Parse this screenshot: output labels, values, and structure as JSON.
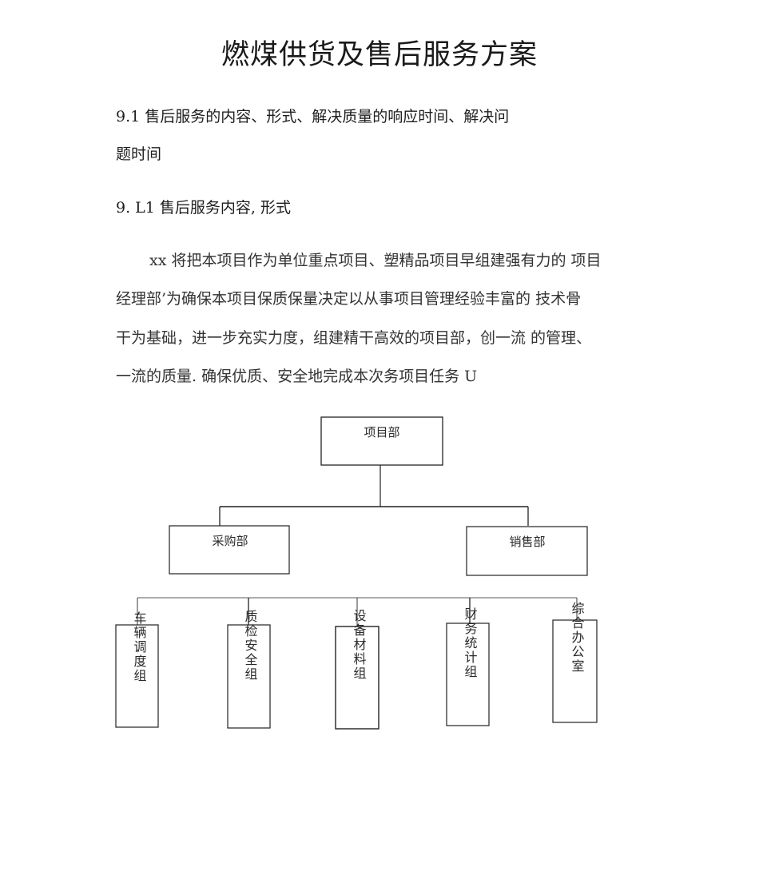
{
  "document": {
    "title": "燃煤供货及售后服务方案",
    "heading_9_1_line1": "9.1 售后服务的内容、形式、解决质量的响应时间、解决问",
    "heading_9_1_line2": "题时间",
    "heading_9_1_1": "9. L1 售后服务内容, 形式",
    "paragraph_lines": [
      "xx 将把本项目作为单位重点项目、塑精品项目早组建强有力的  项目",
      "经理部’为确保本项目保质保量决定以从事项目管理经验丰富的  技术骨",
      "干为基础，进一步充实力度，组建精干高效的项目部，创一流  的管理、",
      "一流的质量. 确保优质、安全地完成本次务项目任务 U"
    ]
  },
  "org_chart": {
    "root": "项目部",
    "departments": [
      "采购部",
      "销售部"
    ],
    "groups": [
      "车辆调度组",
      "质检安全组",
      "设备材料组",
      "财务统计组",
      "综合办公室"
    ]
  }
}
